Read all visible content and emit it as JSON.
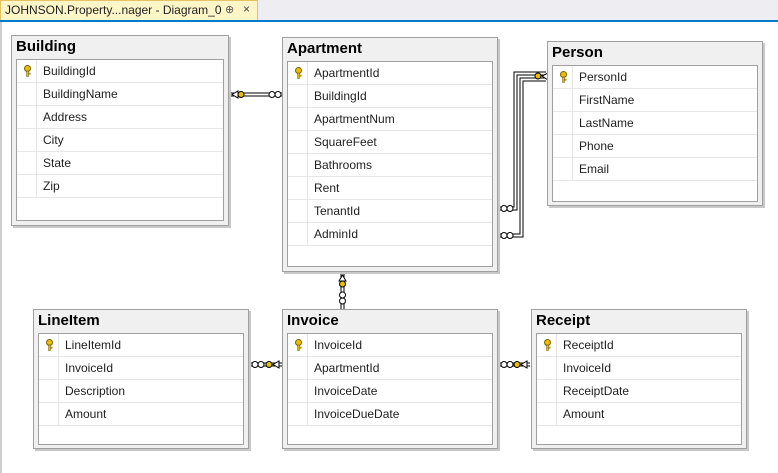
{
  "tab": {
    "title": "JOHNSON.Property...nager - Diagram_0",
    "pin": "⊕",
    "close": "×"
  },
  "tables": {
    "building": {
      "name": "Building",
      "columns": [
        "BuildingId",
        "BuildingName",
        "Address",
        "City",
        "State",
        "Zip"
      ]
    },
    "apartment": {
      "name": "Apartment",
      "columns": [
        "ApartmentId",
        "BuildingId",
        "ApartmentNum",
        "SquareFeet",
        "Bathrooms",
        "Rent",
        "TenantId",
        "AdminId"
      ]
    },
    "person": {
      "name": "Person",
      "columns": [
        "PersonId",
        "FirstName",
        "LastName",
        "Phone",
        "Email"
      ]
    },
    "lineitem": {
      "name": "LineItem",
      "columns": [
        "LineItemId",
        "InvoiceId",
        "Description",
        "Amount"
      ]
    },
    "invoice": {
      "name": "Invoice",
      "columns": [
        "InvoiceId",
        "ApartmentId",
        "InvoiceDate",
        "InvoiceDueDate"
      ]
    },
    "receipt": {
      "name": "Receipt",
      "columns": [
        "ReceiptId",
        "InvoiceId",
        "ReceiptDate",
        "Amount"
      ]
    }
  },
  "colors": {
    "tab_bg": "#fff6c8",
    "accent": "#007acc",
    "key": "#e8c000"
  }
}
